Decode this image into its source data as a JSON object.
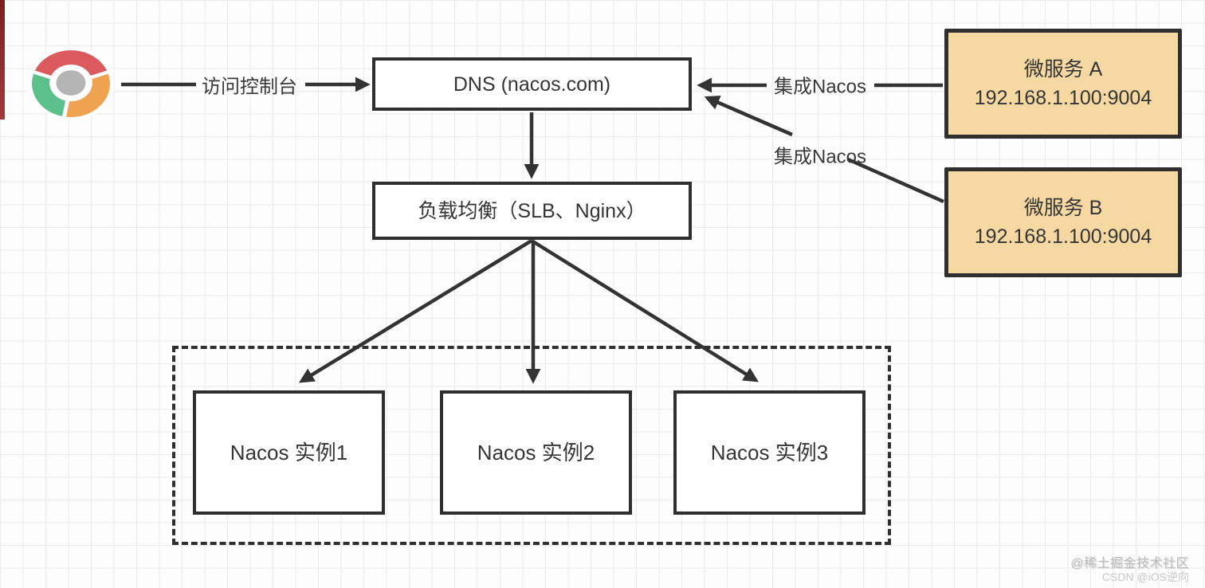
{
  "diagram": {
    "edge_labels": {
      "visit_console": "访问控制台",
      "integrate_nacos_a": "集成Nacos",
      "integrate_nacos_b": "集成Nacos"
    },
    "nodes": {
      "dns": "DNS (nacos.com)",
      "load_balancer": "负载均衡（SLB、Nginx）",
      "service_a": {
        "title": "微服务 A",
        "address": "192.168.1.100:9004"
      },
      "service_b": {
        "title": "微服务 B",
        "address": "192.168.1.100:9004"
      },
      "nacos_instances": [
        "Nacos 实例1",
        "Nacos 实例2",
        "Nacos 实例3"
      ]
    },
    "watermark": {
      "line1": "@稀土掘金技术社区",
      "line2": "CSDN @iOS逆向"
    },
    "colors": {
      "stroke": "#333333",
      "service_fill": "#f6d9a2",
      "chrome_red": "#da5a5d",
      "chrome_green": "#5bc08c",
      "chrome_orange": "#efa351",
      "chrome_center": "#b5b5b5"
    }
  }
}
